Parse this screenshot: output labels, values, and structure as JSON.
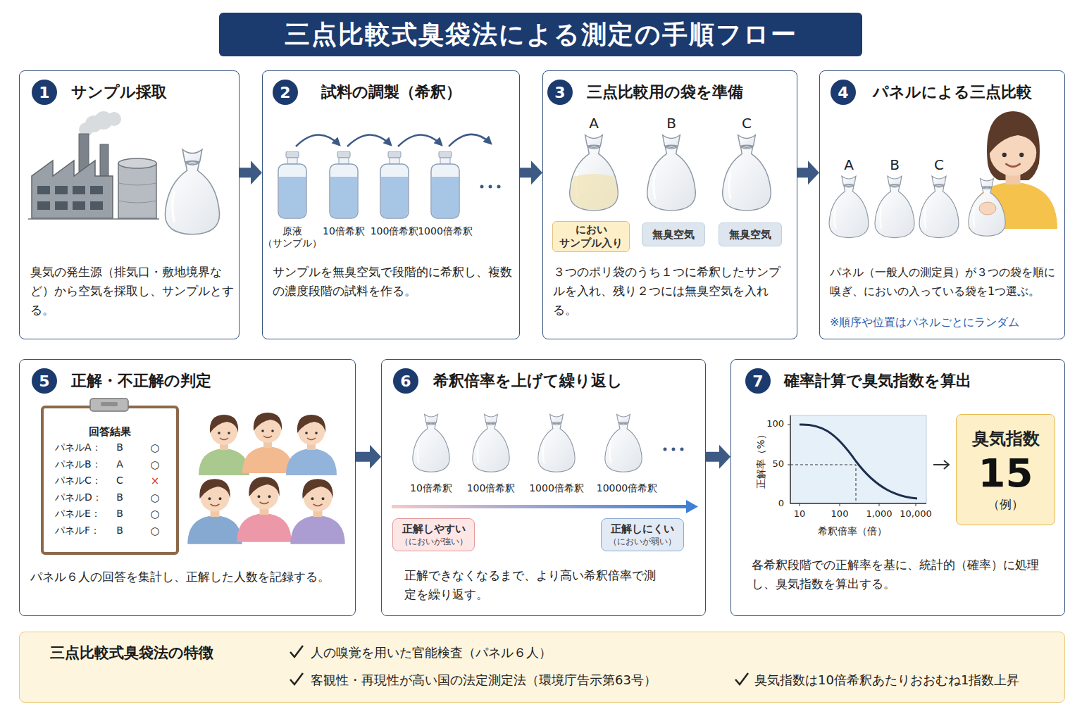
{
  "diagram": {
    "title": "三点比較式臭袋法による測定の手順フロー",
    "nodes": [
      {
        "text": [
          "サンプル採取",
          "臭気の発生源（排気口・敷地境界など）から空気を採取し、サンプルとする。"
        ]
      },
      {
        "text": [
          "1"
        ],
        "in": 0
      },
      {
        "text": [
          "試料の調製（希釈）",
          "サンプルを無臭空気で段階的に希釈し、複数の濃度段階の試料を作る。"
        ]
      },
      {
        "text": [
          "2"
        ],
        "in": 2
      },
      {
        "text": [
          "三点比較用の袋を準備",
          "３つのポリ袋のうち１つに希釈したサンプルを入れ、残り２つには無臭空気を入れる。"
        ]
      },
      {
        "text": [
          "3"
        ],
        "in": 4
      },
      {
        "text": [
          "におい サンプル入り"
        ],
        "in": 4
      },
      {
        "text": [
          "無臭空気"
        ],
        "in": 4
      },
      {
        "text": [
          "無臭空気"
        ],
        "in": 4
      },
      {
        "text": [
          "パネルによる三点比較",
          "パネル（一般人の測定員）が３つの袋を順に嗅ぎ、においの入っている袋を1つ選ぶ。",
          "※順序や位置はパネルごとにランダム"
        ]
      },
      {
        "text": [
          "4"
        ],
        "in": 9
      },
      {
        "text": [
          "正解・不正解の判定",
          "パネル６人の回答を集計し、正解した人数を記録する。"
        ]
      },
      {
        "text": [
          "5"
        ],
        "in": 11
      },
      {
        "text": [
          "回答結果"
        ],
        "in": 11
      },
      {
        "text": [
          "希釈倍率を上げて繰り返し",
          "正解できなくなるまで、より高い希釈倍率で測定を繰り返す。"
        ]
      },
      {
        "text": [
          "6"
        ],
        "in": 14
      },
      {
        "text": [
          "正解しやすい",
          "（においが強い）"
        ],
        "in": 14
      },
      {
        "text": [
          "正解しにくい",
          "（においが弱い）"
        ],
        "in": 14
      },
      {
        "text": [
          "確率計算で臭気指数を算出",
          "各希釈段階での正解率を基に、統計的（確率）に処理し、臭気指数を算出する。"
        ]
      },
      {
        "text": [
          "7"
        ],
        "in": 18
      },
      {
        "text": [
          "臭気指数",
          "15",
          "（例）"
        ],
        "in": 18
      },
      {
        "text": [
          "三点比較式臭袋法の特徴",
          "人の嗅覚を用いた官能検査（パネル６人）",
          "客観性・再現性が高い国の法定測定法（環境庁告示第63号）",
          "臭気指数は10倍希釈あたりおおむね1指数上昇"
        ]
      }
    ],
    "edges": [
      {
        "from": 0,
        "to": 2,
        "arrow": "to"
      },
      {
        "from": 2,
        "to": 4,
        "arrow": "to"
      },
      {
        "from": 4,
        "to": 9,
        "arrow": "to"
      },
      {
        "from": 11,
        "to": 14,
        "arrow": "to"
      },
      {
        "from": 14,
        "to": 18,
        "arrow": "to"
      }
    ],
    "labels": [
      "A",
      "B",
      "C",
      "原液 （サンプル）",
      "10倍希釈",
      "100倍希釈",
      "1000倍希釈",
      "A",
      "B",
      "C",
      "パネルA：",
      "B",
      "○",
      "パネルB：",
      "A",
      "○",
      "パネルC：",
      "C",
      "×",
      "パネルD：",
      "B",
      "○",
      "パネルE：",
      "B",
      "○",
      "パネルF：",
      "B",
      "○",
      "10倍希釈",
      "100倍希釈",
      "1000倍希釈",
      "10000倍希釈",
      "100",
      "50",
      "0",
      "10",
      "100",
      "1,000",
      "10,000",
      "希釈倍率（倍）",
      "正解率（%）"
    ]
  }
}
